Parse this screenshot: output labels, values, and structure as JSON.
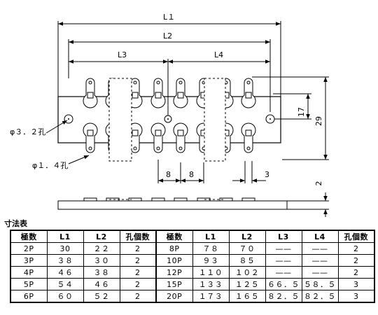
{
  "drawing": {
    "labels": {
      "L1": "L１",
      "L2": "L2",
      "L3": "L3",
      "L4": "L4",
      "pitch_a": "8",
      "pitch_b": "8",
      "edge": "3",
      "hole_pitch": "17",
      "height": "29",
      "thickness": "2",
      "hole_large": "φ３．２孔",
      "hole_small": "φ１．４孔"
    }
  },
  "table": {
    "heading": "寸法表",
    "left_headers": [
      "極数",
      "L1",
      "L2",
      "孔個数"
    ],
    "right_headers": [
      "極数",
      "L1",
      "L2",
      "L3",
      "L4",
      "孔個数"
    ],
    "rows": [
      {
        "left": [
          "2P",
          "30",
          "２２",
          "2"
        ],
        "right": [
          "8P",
          "７８",
          "７０",
          "——",
          "——",
          "2"
        ]
      },
      {
        "left": [
          "3P",
          "３８",
          "３０",
          "2"
        ],
        "right": [
          "10P",
          "９３",
          "８５",
          "——",
          "——",
          "2"
        ]
      },
      {
        "left": [
          "4P",
          "４６",
          "３８",
          "2"
        ],
        "right": [
          "12P",
          "１１０",
          "１０２",
          "——",
          "——",
          "2"
        ]
      },
      {
        "left": [
          "5P",
          "５４",
          "４６",
          "2"
        ],
        "right": [
          "15P",
          "１３３",
          "１２５",
          "６６．５",
          "５８．５",
          "3"
        ]
      },
      {
        "left": [
          "6P",
          "６０",
          "５２",
          "2"
        ],
        "right": [
          "20P",
          "１７３",
          "１６５",
          "８２．５",
          "８２．５",
          "3"
        ]
      }
    ]
  }
}
